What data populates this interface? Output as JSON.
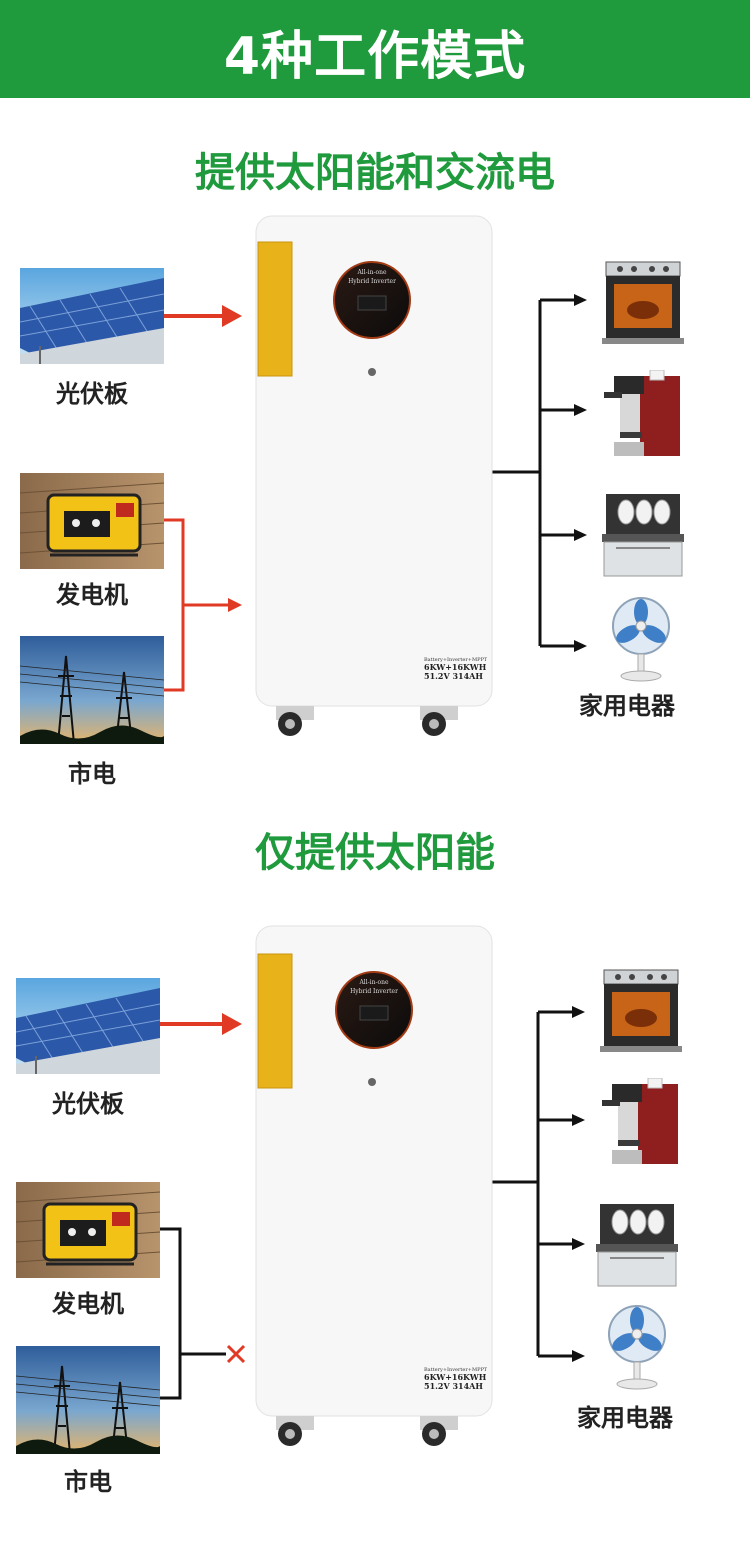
{
  "header": {
    "title": "4种工作模式"
  },
  "sections": [
    {
      "title": "提供太阳能和交流电",
      "inputs": [
        {
          "label": "光伏板",
          "icon": "solar-panel-image"
        },
        {
          "label": "发电机",
          "icon": "generator-image"
        },
        {
          "label": "市电",
          "icon": "power-grid-image"
        }
      ],
      "unit": {
        "display_line1": "All-in-one",
        "display_line2": "Hybrid Inverter",
        "spec_line0": "Battery+Inverter+MPPT",
        "spec_line1": "6KW+16KWH",
        "spec_line2": "51.2V 314AH"
      },
      "output_label": "家用电器",
      "grid_connected": true
    },
    {
      "title": "仅提供太阳能",
      "inputs": [
        {
          "label": "光伏板",
          "icon": "solar-panel-image"
        },
        {
          "label": "发电机",
          "icon": "generator-image"
        },
        {
          "label": "市电",
          "icon": "power-grid-image"
        }
      ],
      "unit": {
        "display_line1": "All-in-one",
        "display_line2": "Hybrid Inverter",
        "spec_line0": "Battery+Inverter+MPPT",
        "spec_line1": "6KW+16KWH",
        "spec_line2": "51.2V 314AH"
      },
      "output_label": "家用电器",
      "grid_connected": false
    }
  ],
  "colors": {
    "brand_green": "#1f9a3c",
    "active_arrow": "#e03a24",
    "cut_mark": "#e03a24"
  },
  "appliances": [
    "oven-icon",
    "coffee-machine-icon",
    "dishwasher-icon",
    "fan-icon"
  ]
}
